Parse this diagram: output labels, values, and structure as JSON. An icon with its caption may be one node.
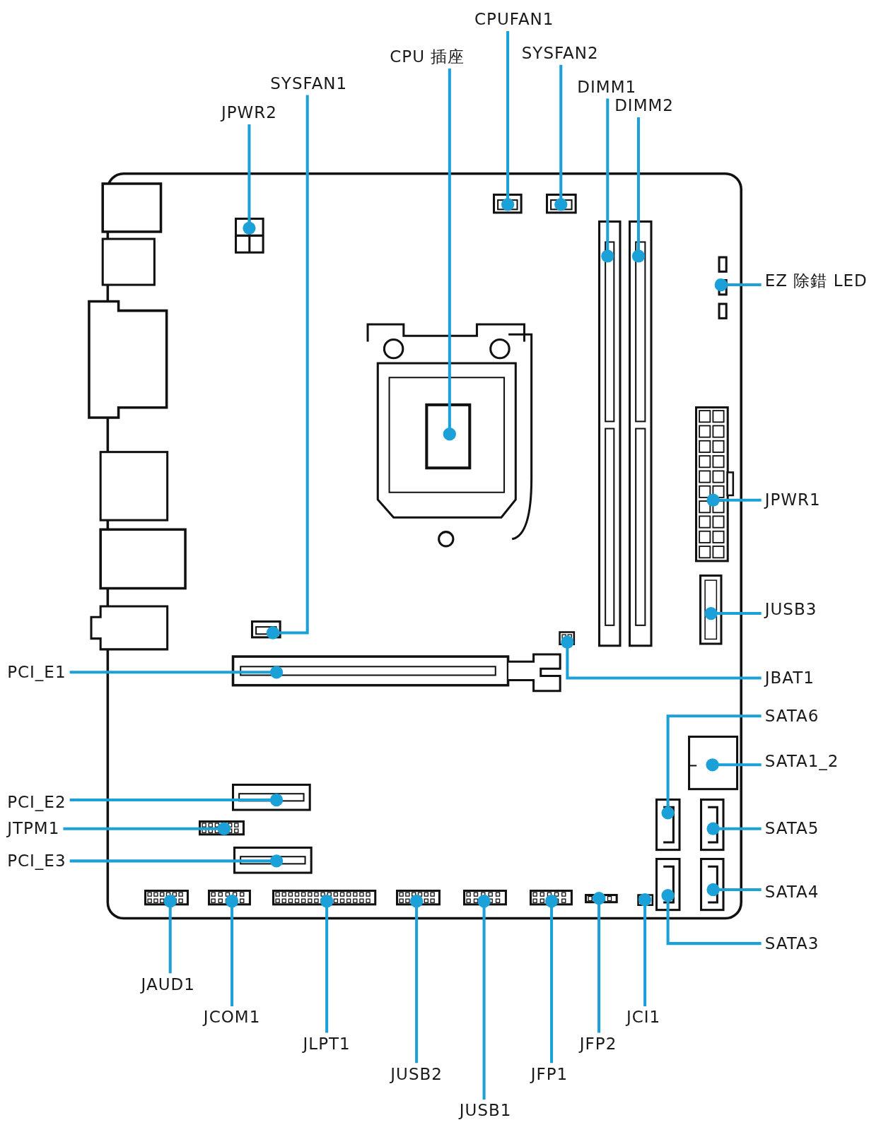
{
  "diagram": {
    "nodes": [
      {
        "text": [
          "CPUFAN1"
        ]
      },
      {
        "text": [],
        "shape": "box"
      },
      {
        "text": [
          "SYSFAN2"
        ]
      },
      {
        "text": [],
        "shape": "box"
      },
      {
        "text": [
          "CPU 插座"
        ]
      },
      {
        "text": [],
        "shape": "box"
      },
      {
        "text": [
          "SYSFAN1"
        ]
      },
      {
        "text": [],
        "shape": "box"
      },
      {
        "text": [
          "DIMM1"
        ]
      },
      {
        "text": [],
        "shape": "box"
      },
      {
        "text": [
          "DIMM2"
        ]
      },
      {
        "text": [],
        "shape": "box"
      },
      {
        "text": [
          "JPWR2"
        ]
      },
      {
        "text": [],
        "shape": "box"
      },
      {
        "text": [
          "EZ 除錯 LED"
        ]
      },
      {
        "text": [],
        "shape": "box"
      },
      {
        "text": [
          "JPWR1"
        ]
      },
      {
        "text": [],
        "shape": "box"
      },
      {
        "text": [
          "JUSB3"
        ]
      },
      {
        "text": [],
        "shape": "box"
      },
      {
        "text": [
          "PCI_E1"
        ]
      },
      {
        "text": [],
        "shape": "box"
      },
      {
        "text": [
          "JBAT1"
        ]
      },
      {
        "text": [],
        "shape": "box"
      },
      {
        "text": [
          "SATA6"
        ]
      },
      {
        "text": [],
        "shape": "box"
      },
      {
        "text": [
          "SATA1_2"
        ]
      },
      {
        "text": [],
        "shape": "box"
      },
      {
        "text": [
          "PCI_E2"
        ]
      },
      {
        "text": [],
        "shape": "box"
      },
      {
        "text": [
          "JTPM1"
        ]
      },
      {
        "text": [],
        "shape": "box"
      },
      {
        "text": [
          "SATA5"
        ]
      },
      {
        "text": [],
        "shape": "box"
      },
      {
        "text": [
          "PCI_E3"
        ]
      },
      {
        "text": [],
        "shape": "box"
      },
      {
        "text": [
          "SATA4"
        ]
      },
      {
        "text": [],
        "shape": "box"
      },
      {
        "text": [
          "SATA3"
        ]
      },
      {
        "text": [],
        "shape": "box"
      },
      {
        "text": [
          "JAUD1"
        ]
      },
      {
        "text": [],
        "shape": "box"
      },
      {
        "text": [
          "JCOM1"
        ]
      },
      {
        "text": [],
        "shape": "box"
      },
      {
        "text": [
          "JLPT1"
        ]
      },
      {
        "text": [],
        "shape": "box"
      },
      {
        "text": [
          "JUSB2"
        ]
      },
      {
        "text": [],
        "shape": "box"
      },
      {
        "text": [
          "JUSB1"
        ]
      },
      {
        "text": [],
        "shape": "box"
      },
      {
        "text": [
          "JFP1"
        ]
      },
      {
        "text": [],
        "shape": "box"
      },
      {
        "text": [
          "JFP2"
        ]
      },
      {
        "text": [],
        "shape": "box"
      },
      {
        "text": [
          "JCI1"
        ]
      },
      {
        "text": [],
        "shape": "box"
      }
    ],
    "edges": [
      {
        "from": 0,
        "to": 1,
        "arrow": "other"
      },
      {
        "from": 2,
        "to": 3,
        "arrow": "other"
      },
      {
        "from": 4,
        "to": 5,
        "arrow": "other"
      },
      {
        "from": 6,
        "to": 7,
        "arrow": "other"
      },
      {
        "from": 8,
        "to": 9,
        "arrow": "other"
      },
      {
        "from": 10,
        "to": 11,
        "arrow": "other"
      },
      {
        "from": 12,
        "to": 13,
        "arrow": "other"
      },
      {
        "from": 14,
        "to": 15,
        "arrow": "other"
      },
      {
        "from": 16,
        "to": 17,
        "arrow": "other"
      },
      {
        "from": 18,
        "to": 19,
        "arrow": "other"
      },
      {
        "from": 20,
        "to": 21,
        "arrow": "other"
      },
      {
        "from": 22,
        "to": 23,
        "arrow": "other"
      },
      {
        "from": 24,
        "to": 25,
        "arrow": "other"
      },
      {
        "from": 26,
        "to": 27,
        "arrow": "other"
      },
      {
        "from": 28,
        "to": 29,
        "arrow": "other"
      },
      {
        "from": 30,
        "to": 31,
        "arrow": "other"
      },
      {
        "from": 32,
        "to": 33,
        "arrow": "other"
      },
      {
        "from": 34,
        "to": 35,
        "arrow": "other"
      },
      {
        "from": 36,
        "to": 37,
        "arrow": "other"
      },
      {
        "from": 38,
        "to": 39,
        "arrow": "other"
      },
      {
        "from": 40,
        "to": 41,
        "arrow": "other"
      },
      {
        "from": 42,
        "to": 43,
        "arrow": "other"
      },
      {
        "from": 44,
        "to": 45,
        "arrow": "other"
      },
      {
        "from": 46,
        "to": 47,
        "arrow": "other"
      },
      {
        "from": 48,
        "to": 49,
        "arrow": "other"
      },
      {
        "from": 50,
        "to": 51,
        "arrow": "other"
      },
      {
        "from": 52,
        "to": 53,
        "arrow": "other"
      },
      {
        "from": 54,
        "to": 55,
        "arrow": "other"
      }
    ]
  }
}
